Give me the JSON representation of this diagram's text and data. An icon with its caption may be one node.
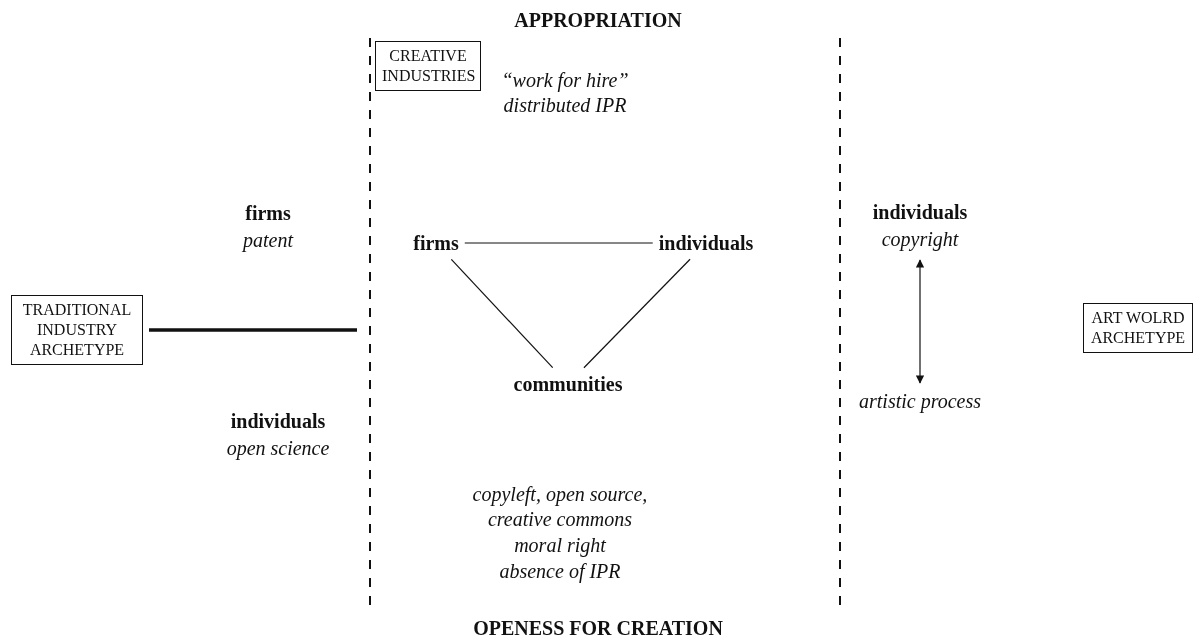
{
  "diagram": {
    "nodes": [
      {
        "text": [
          "CREATIVE INDUSTRIES"
        ]
      },
      {
        "text": [
          "TRADITIONAL INDUSTRY ARCHETYPE"
        ]
      },
      {
        "text": [
          "ART WOLRD ARCHETYPE"
        ]
      },
      {
        "text": [
          "firms"
        ]
      },
      {
        "text": [
          "individuals"
        ]
      },
      {
        "text": [
          "communities"
        ]
      },
      {
        "text": [
          "individuals",
          "copyright"
        ]
      },
      {
        "text": [
          "artistic process"
        ]
      }
    ],
    "edges": [
      {
        "from": 3,
        "to": 4,
        "arrow": "none"
      },
      {
        "from": 3,
        "to": 5,
        "arrow": "none"
      },
      {
        "from": 4,
        "to": 5,
        "arrow": "none"
      },
      {
        "from": 1,
        "to": null,
        "arrow": "none",
        "style": "thick"
      },
      {
        "from": 6,
        "to": 7,
        "arrow": "both"
      }
    ],
    "labels": [
      "APPROPRIATION",
      "“work for hire”",
      "distributed IPR",
      "firms",
      "patent",
      "individuals",
      "open science",
      "copyleft, open source,",
      "creative commons",
      "moral right",
      "absence of IPR",
      "OPENESS FOR CREATION"
    ]
  }
}
